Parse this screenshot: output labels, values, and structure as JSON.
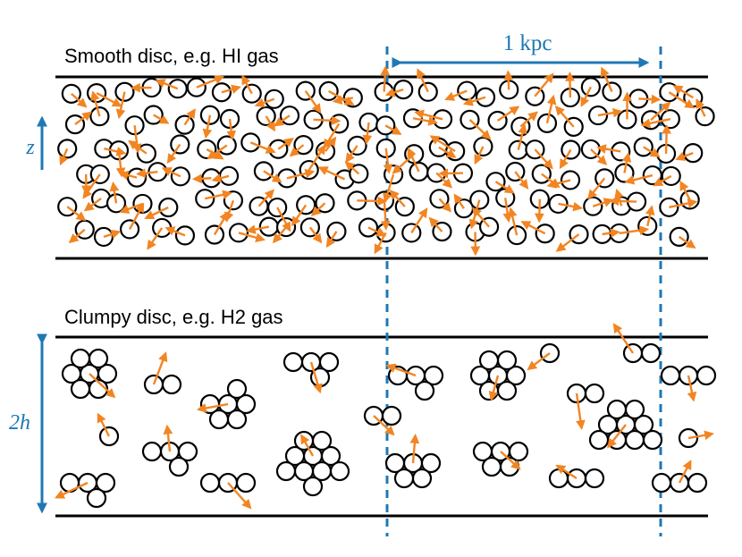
{
  "panels": {
    "top": {
      "title": "Smooth disc, e.g. HI gas",
      "axis_label": "z"
    },
    "bottom": {
      "title": "Clumpy disc, e.g. H2 gas",
      "axis_label": "2h"
    }
  },
  "scale": {
    "label": "1 kpc"
  },
  "colors": {
    "particle_stroke": "#000000",
    "arrow": "#f28522",
    "guide": "#1f78b4",
    "boundary": "#000000"
  }
}
